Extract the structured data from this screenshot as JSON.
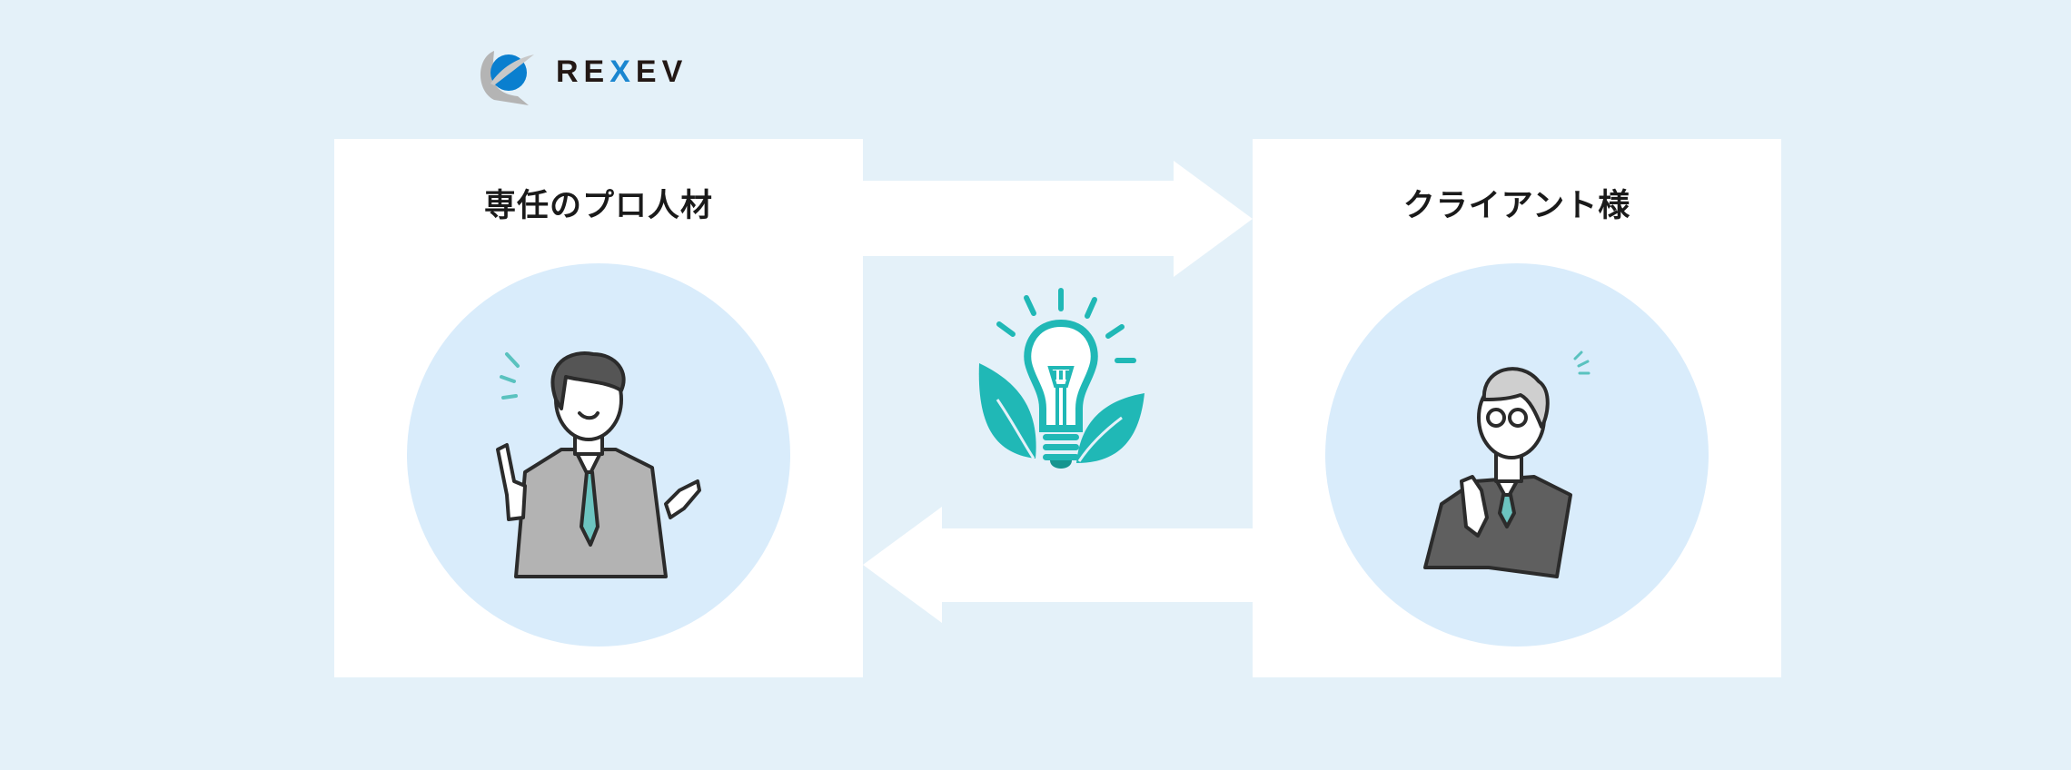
{
  "logo": {
    "text_pre": "RE",
    "text_x": "X",
    "text_post": "EV",
    "full": "REXEV"
  },
  "left_panel": {
    "title": "専任のプロ人材",
    "illustration": "professional-man-pointing"
  },
  "right_panel": {
    "title": "クライアント様",
    "illustration": "client-man-thinking"
  },
  "center": {
    "icon": "lightbulb-leaves-icon"
  },
  "colors": {
    "background": "#e4f1f9",
    "panel": "#ffffff",
    "circle": "#d9ecfb",
    "accent_teal": "#20b8b6",
    "logo_blue": "#1a86d0"
  }
}
